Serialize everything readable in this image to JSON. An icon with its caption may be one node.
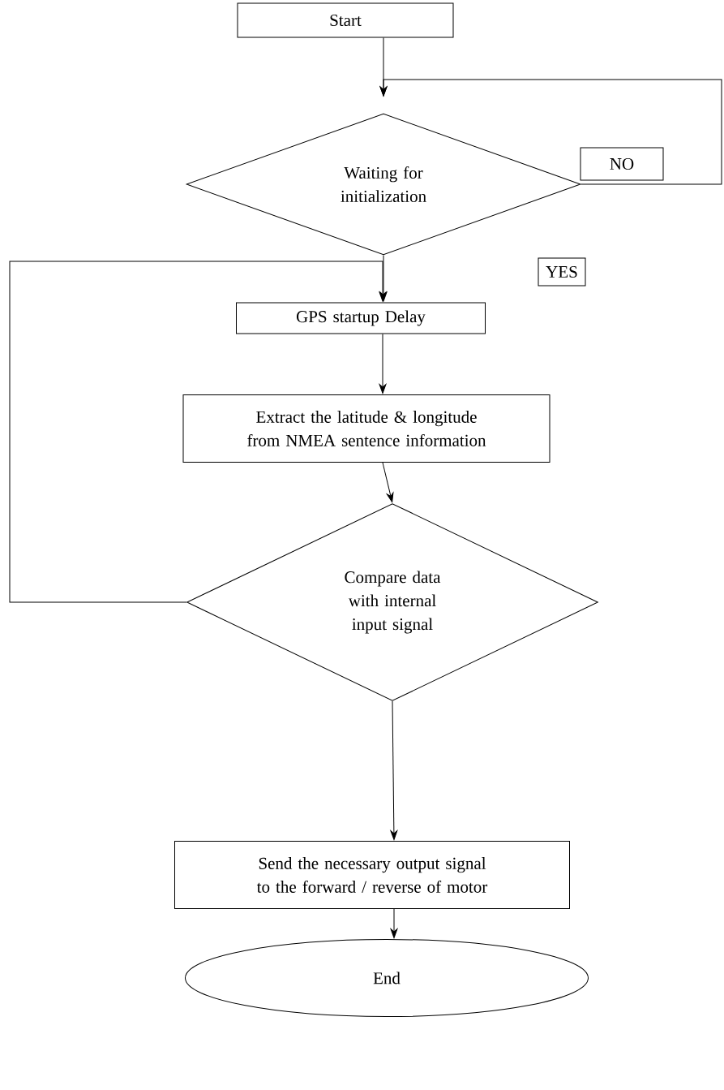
{
  "diagram": {
    "nodes": [
      {
        "text": [
          "Start"
        ]
      },
      {
        "text": [
          "Waiting for initialization"
        ]
      },
      {
        "text": [
          "NO"
        ]
      },
      {
        "text": [
          "YES"
        ]
      },
      {
        "text": [
          "GPS startup Delay"
        ]
      },
      {
        "text": [
          "Extract the latitude & longitude from NMEA sentence information"
        ]
      },
      {
        "text": [
          "Compare data with internal input signal"
        ]
      },
      {
        "text": [
          "Send the necessary output signal to the forward / reverse of motor"
        ]
      },
      {
        "text": [
          "End"
        ]
      }
    ],
    "edges": [
      {
        "from": 0,
        "to": 1,
        "arrow": "to"
      },
      {
        "from": 1,
        "to": 1,
        "arrow": "to"
      },
      {
        "from": 1,
        "to": 4,
        "arrow": "to"
      },
      {
        "from": 6,
        "to": 4,
        "arrow": "to"
      },
      {
        "from": 4,
        "to": 5,
        "arrow": "to"
      },
      {
        "from": 5,
        "to": 6,
        "arrow": "to"
      },
      {
        "from": 6,
        "to": 7,
        "arrow": "to"
      },
      {
        "from": 7,
        "to": 8,
        "arrow": "to"
      }
    ]
  }
}
